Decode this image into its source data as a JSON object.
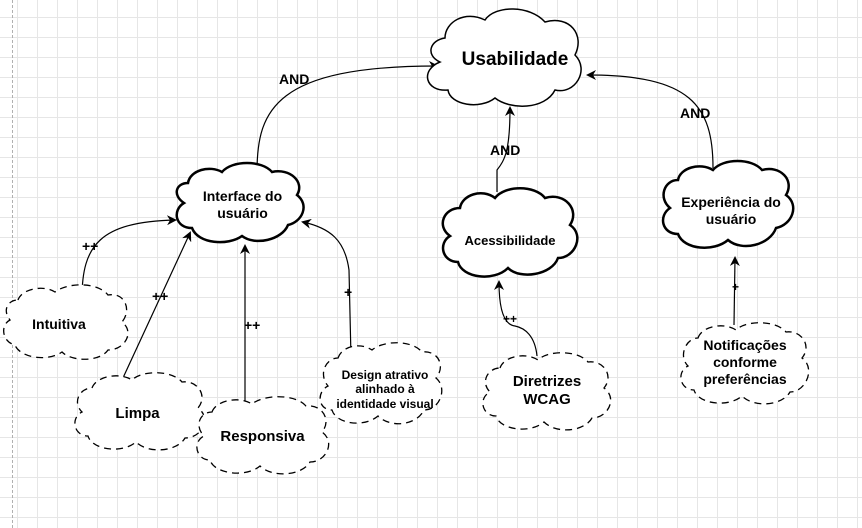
{
  "nodes": {
    "usabilidade": {
      "label": "Usabilidade"
    },
    "interface": {
      "label": "Interface do\nusuário"
    },
    "acessibilidade": {
      "label": "Acessibilidade"
    },
    "experiencia": {
      "label": "Experiência do\nusuário"
    },
    "intuitiva": {
      "label": "Intuitiva"
    },
    "limpa": {
      "label": "Limpa"
    },
    "responsiva": {
      "label": "Responsiva"
    },
    "design": {
      "label": "Design atrativo\nalinhado à\nidentidade visual"
    },
    "diretrizes": {
      "label": "Diretrizes\nWCAG"
    },
    "notificacoes": {
      "label": "Notificações\nconforme\npreferências"
    }
  },
  "edges": {
    "interface_usab": "AND",
    "acess_usab": "AND",
    "exp_usab": "AND",
    "intuitiva_interface": "++",
    "limpa_interface": "++",
    "responsiva_interface": "++",
    "design_interface": "+",
    "wcag_acess": "++",
    "notif_exp": "+"
  }
}
